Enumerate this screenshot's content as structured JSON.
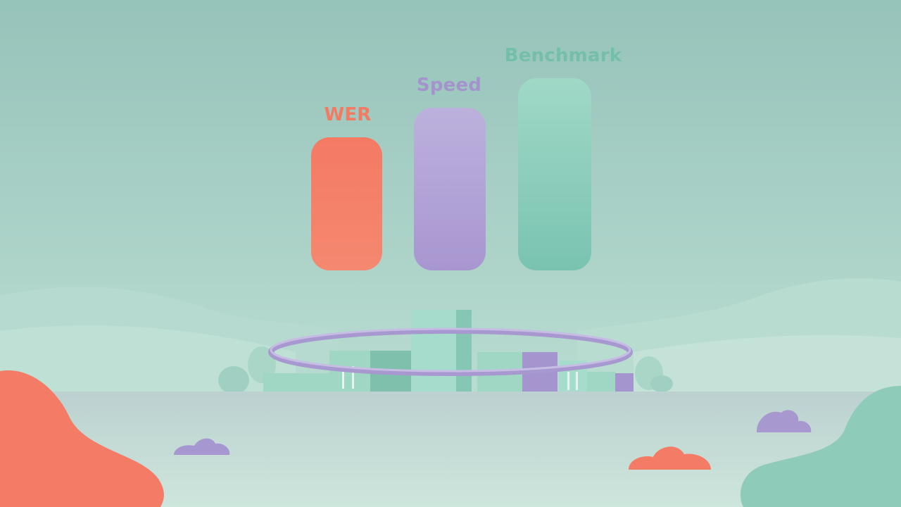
{
  "bars": [
    {
      "label": "WER",
      "color": "#f37c65",
      "color_light": "#f58a72"
    },
    {
      "label": "Speed",
      "color": "#a696cf",
      "color_light": "#b9aedb"
    },
    {
      "label": "Benchmark",
      "color": "#78c2b0",
      "color_light": "#9dd6c4"
    }
  ],
  "colors": {
    "sky_top": "#97c4bb",
    "sky_bottom": "#c7e4da",
    "ground": "#c2d6d3",
    "coral": "#f47c66",
    "lavender": "#a898d0",
    "mint": "#8fcbb9"
  }
}
